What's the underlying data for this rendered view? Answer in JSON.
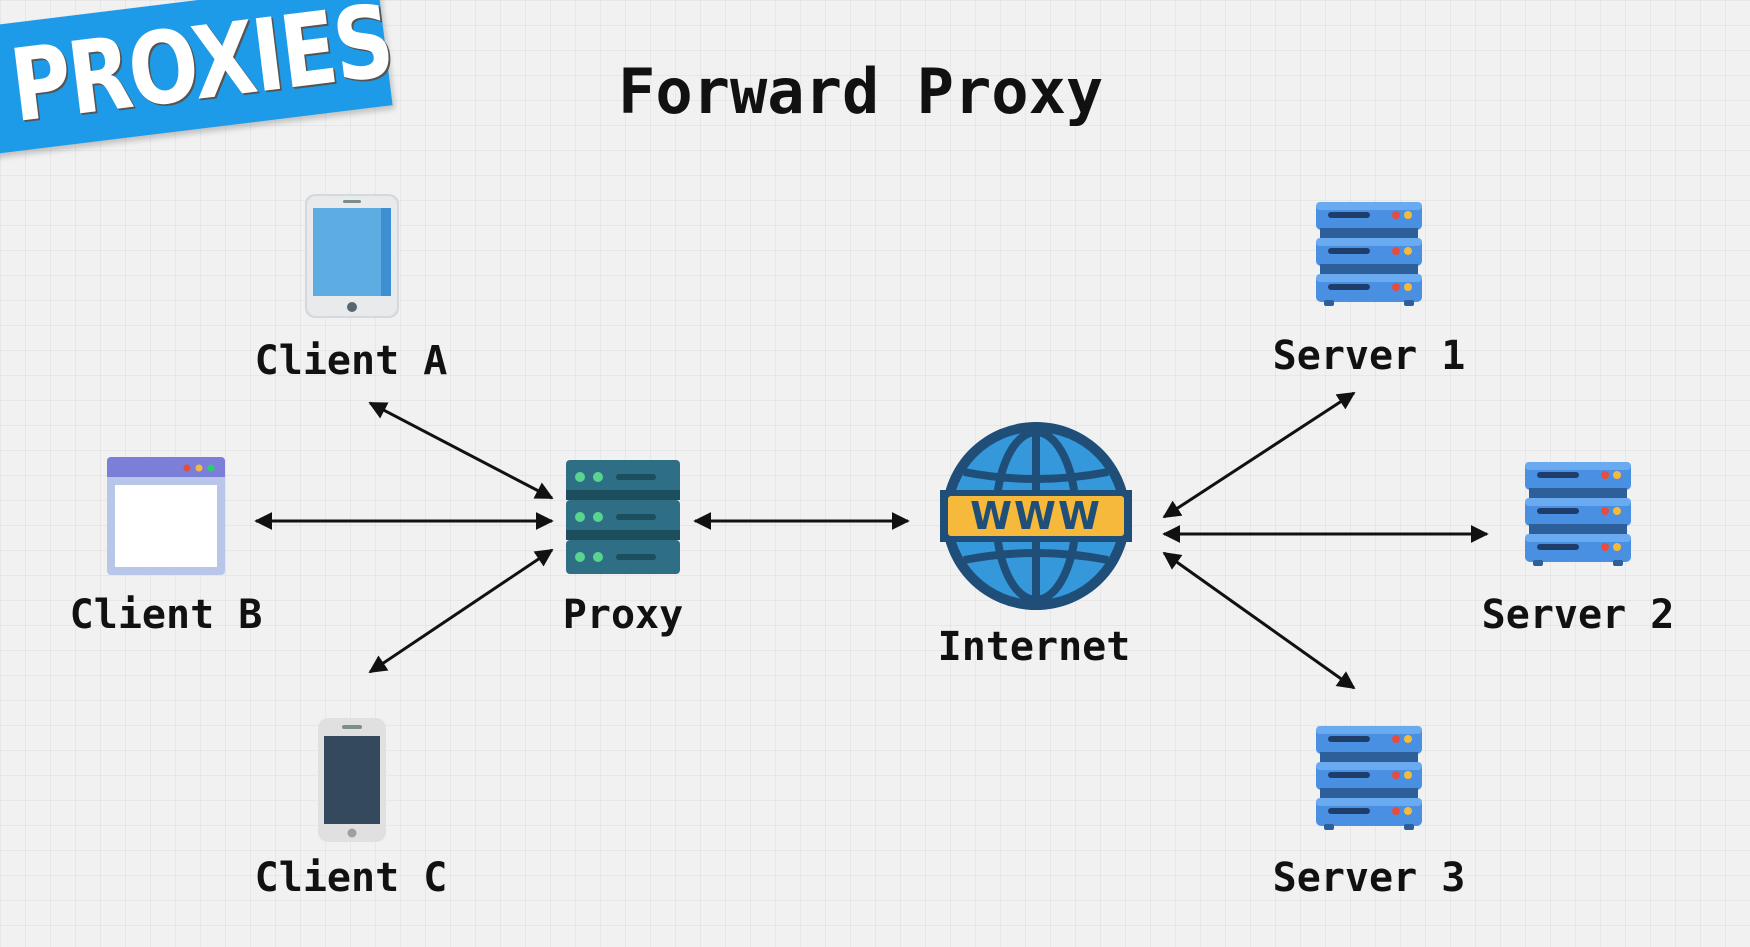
{
  "banner": {
    "text": "PROXIES"
  },
  "title": "Forward Proxy",
  "nodes": {
    "client_a": {
      "label": "Client A",
      "icon": "tablet-icon"
    },
    "client_b": {
      "label": "Client B",
      "icon": "browser-window-icon"
    },
    "client_c": {
      "label": "Client C",
      "icon": "phone-icon"
    },
    "proxy": {
      "label": "Proxy",
      "icon": "proxy-server-icon"
    },
    "internet": {
      "label": "Internet",
      "icon": "globe-www-icon",
      "badge": "WWW"
    },
    "server_1": {
      "label": "Server 1",
      "icon": "server-rack-icon"
    },
    "server_2": {
      "label": "Server 2",
      "icon": "server-rack-icon"
    },
    "server_3": {
      "label": "Server 3",
      "icon": "server-rack-icon"
    }
  },
  "colors": {
    "banner": "#1e9be8",
    "server_blue": "#4a90e2",
    "proxy_teal": "#2b5d72",
    "globe_navy": "#1f4e79",
    "www_band": "#f6b93b",
    "tablet_screen": "#5dade2",
    "phone_body": "#e0e0e0",
    "phone_screen": "#34495e"
  }
}
